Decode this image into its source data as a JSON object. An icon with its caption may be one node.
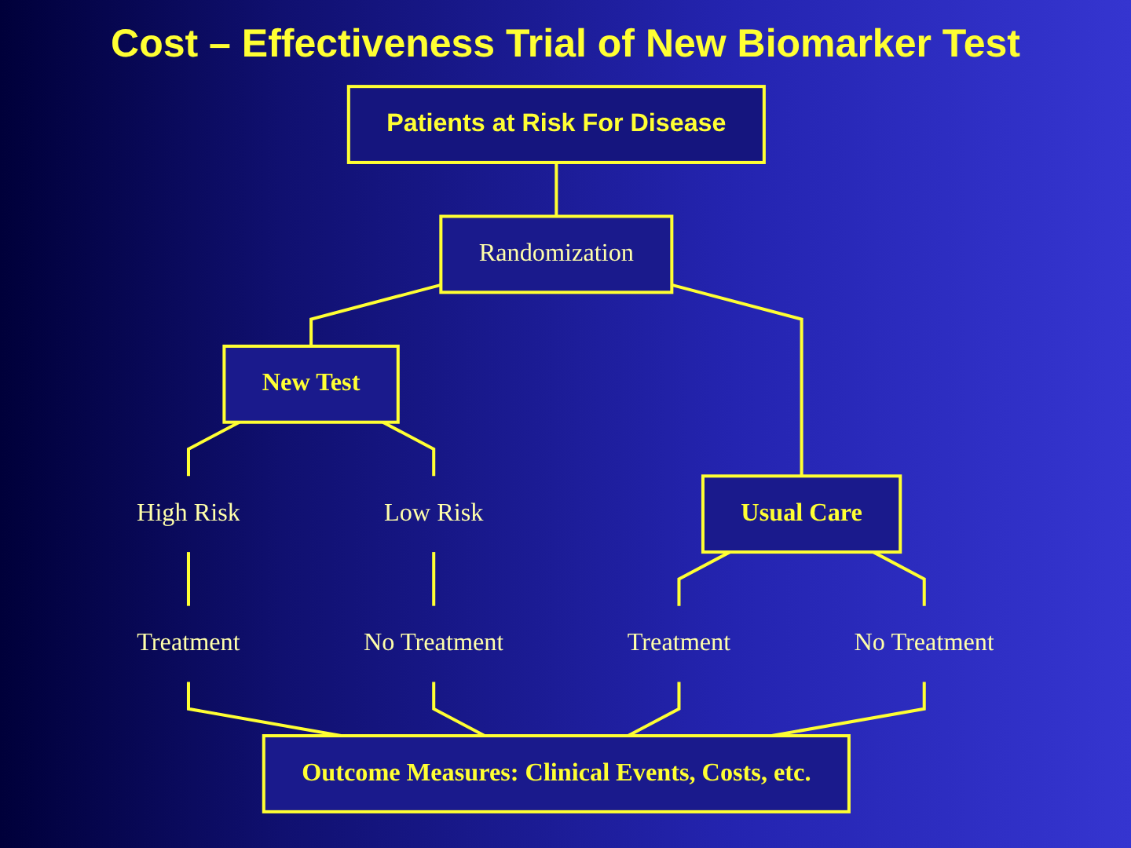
{
  "diagram": {
    "title": "Cost – Effectiveness Trial of New Biomarker Test",
    "nodes": [
      {
        "text": [
          "Patients at Risk For Disease"
        ]
      },
      {
        "text": [
          "Randomization"
        ]
      },
      {
        "text": [
          "New Test"
        ]
      },
      {
        "text": [
          "Usual Care"
        ]
      },
      {
        "text": [
          "High Risk"
        ]
      },
      {
        "text": [
          "Low Risk"
        ]
      },
      {
        "text": [
          "Treatment"
        ]
      },
      {
        "text": [
          "No Treatment"
        ]
      },
      {
        "text": [
          "Treatment"
        ]
      },
      {
        "text": [
          "No Treatment"
        ]
      },
      {
        "text": [
          "Outcome Measures: Clinical Events, Costs, etc."
        ]
      }
    ],
    "edges": [
      {
        "from": 0,
        "to": 1,
        "arrow": "none"
      },
      {
        "from": 1,
        "to": 2,
        "arrow": "none"
      },
      {
        "from": 1,
        "to": 3,
        "arrow": "none"
      },
      {
        "from": 2,
        "to": 4,
        "arrow": "none"
      },
      {
        "from": 2,
        "to": 5,
        "arrow": "none"
      },
      {
        "from": 3,
        "to": 6,
        "arrow": "none"
      },
      {
        "from": 3,
        "to": 7,
        "arrow": "none"
      },
      {
        "from": 4,
        "to": 8,
        "arrow": "none"
      },
      {
        "from": 5,
        "to": 9,
        "arrow": "none"
      },
      {
        "from": 8,
        "to": 10,
        "arrow": "none"
      },
      {
        "from": 9,
        "to": 10,
        "arrow": "none"
      },
      {
        "from": 6,
        "to": 10,
        "arrow": "none"
      },
      {
        "from": 7,
        "to": 10,
        "arrow": "none"
      }
    ]
  }
}
